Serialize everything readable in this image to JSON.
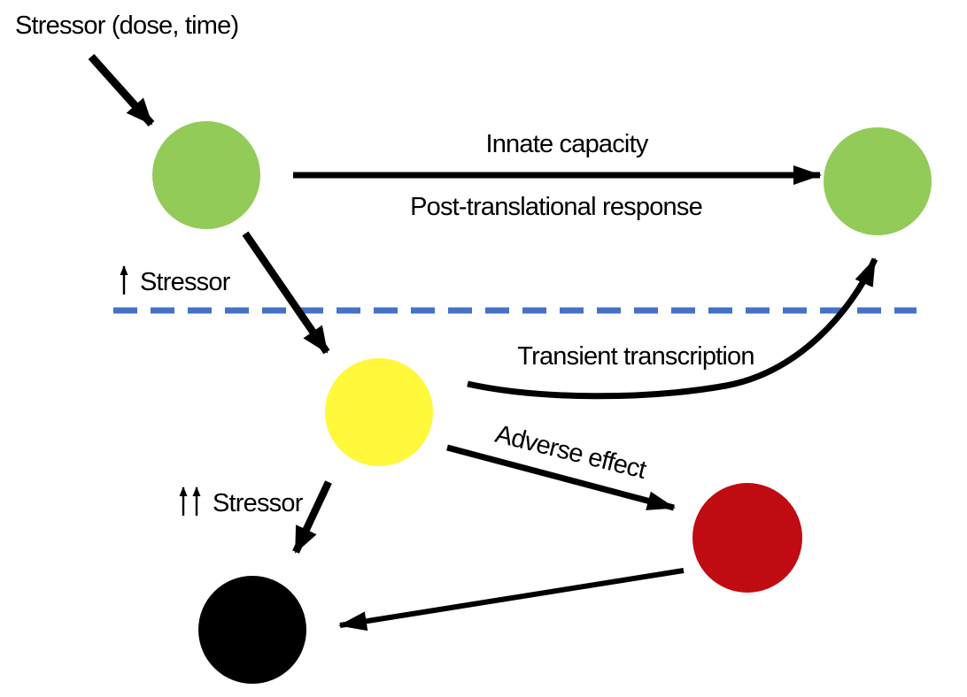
{
  "diagram": {
    "description": "Stress response state diagram with green (healthy), yellow (stressed), red (adverse) and black (death) cell states separated by a blue dashed threshold line",
    "colors": {
      "green": "#92CB58",
      "yellow": "#FFF83B",
      "red": "#C00B13",
      "black": "#000000",
      "threshold_blue": "#4472C4",
      "arrow": "#000000",
      "text": "#000000"
    },
    "labels": {
      "stressor_input": "Stressor (dose, time)",
      "innate_capacity": "Innate capacity",
      "post_translational_response": "Post-translational response",
      "stressor_single_increase": "Stressor",
      "stressor_double_increase": "Stressor",
      "transient_transcription": "Transient transcription",
      "adverse_effect": "Adverse effect"
    },
    "nodes": [
      {
        "name": "green-circle-start",
        "state": "healthy initial state"
      },
      {
        "name": "green-circle-end",
        "state": "healthy recovered state"
      },
      {
        "name": "yellow-circle",
        "state": "stressed state below threshold"
      },
      {
        "name": "red-circle",
        "state": "adverse effect state"
      },
      {
        "name": "black-circle",
        "state": "cell death state"
      }
    ]
  }
}
